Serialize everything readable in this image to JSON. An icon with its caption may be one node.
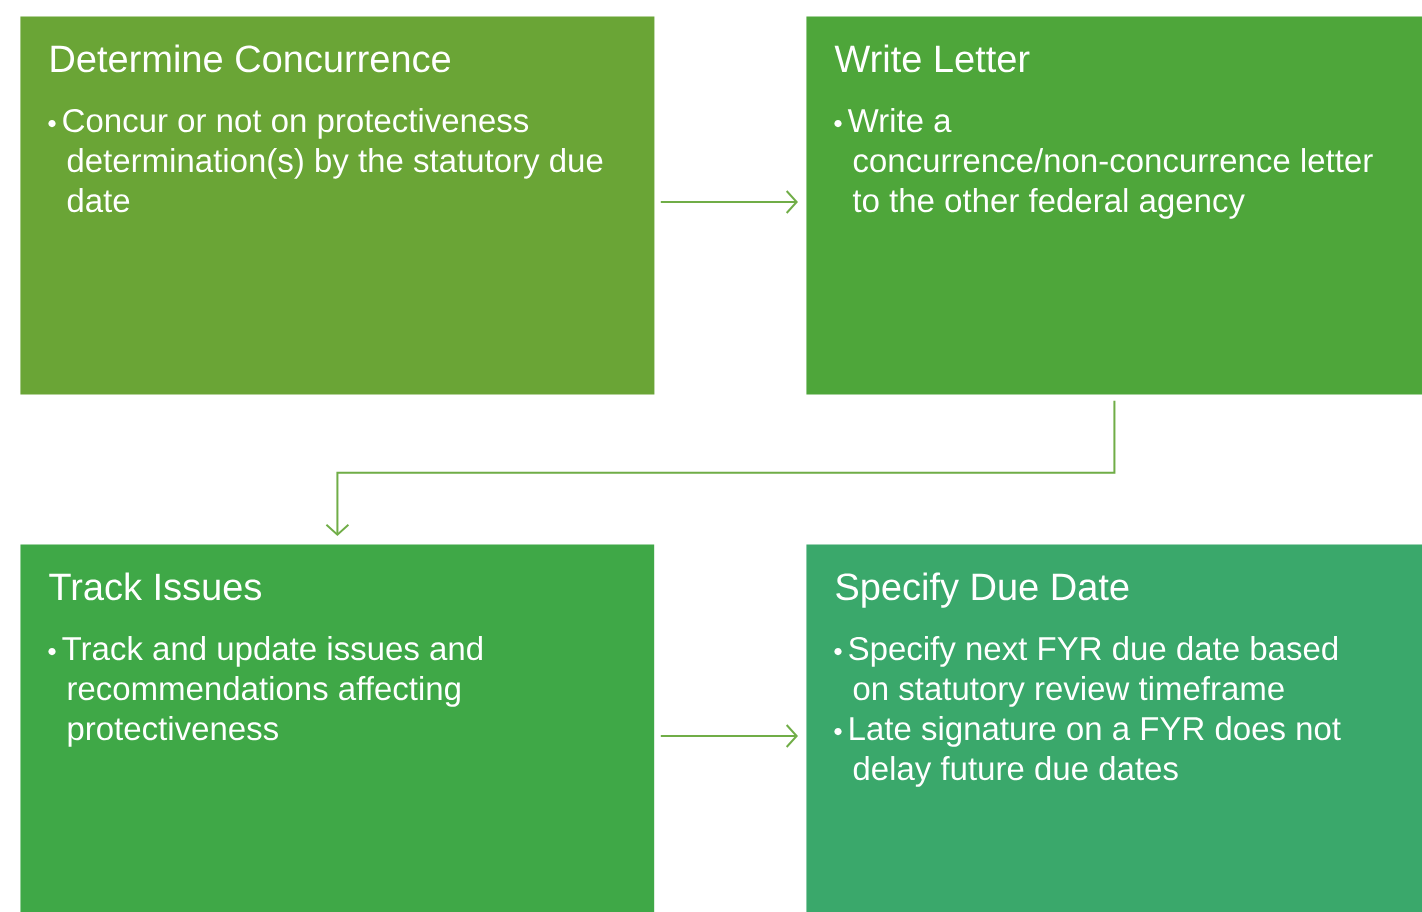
{
  "diagram": {
    "nodes": [
      {
        "text": [
          "Determine Concurrence",
          "Concur or not on protectiveness determination(s) by the statutory due date"
        ]
      },
      {
        "text": [
          "Write Letter",
          "Write a concurrence/non-concurrence letter to the other federal agency"
        ]
      },
      {
        "text": [
          "Track Issues",
          "Track and update issues and recommendations affecting protectiveness"
        ]
      },
      {
        "text": [
          "Specify Due Date",
          "Specify next FYR due date based on statutory review timeframe",
          "Late signature on a FYR does not delay future due dates"
        ]
      }
    ],
    "edges": [
      {
        "from": 0,
        "to": 1,
        "arrow": "to"
      },
      {
        "from": 1,
        "to": 2,
        "arrow": "to"
      },
      {
        "from": 2,
        "to": 3,
        "arrow": "to"
      }
    ]
  }
}
